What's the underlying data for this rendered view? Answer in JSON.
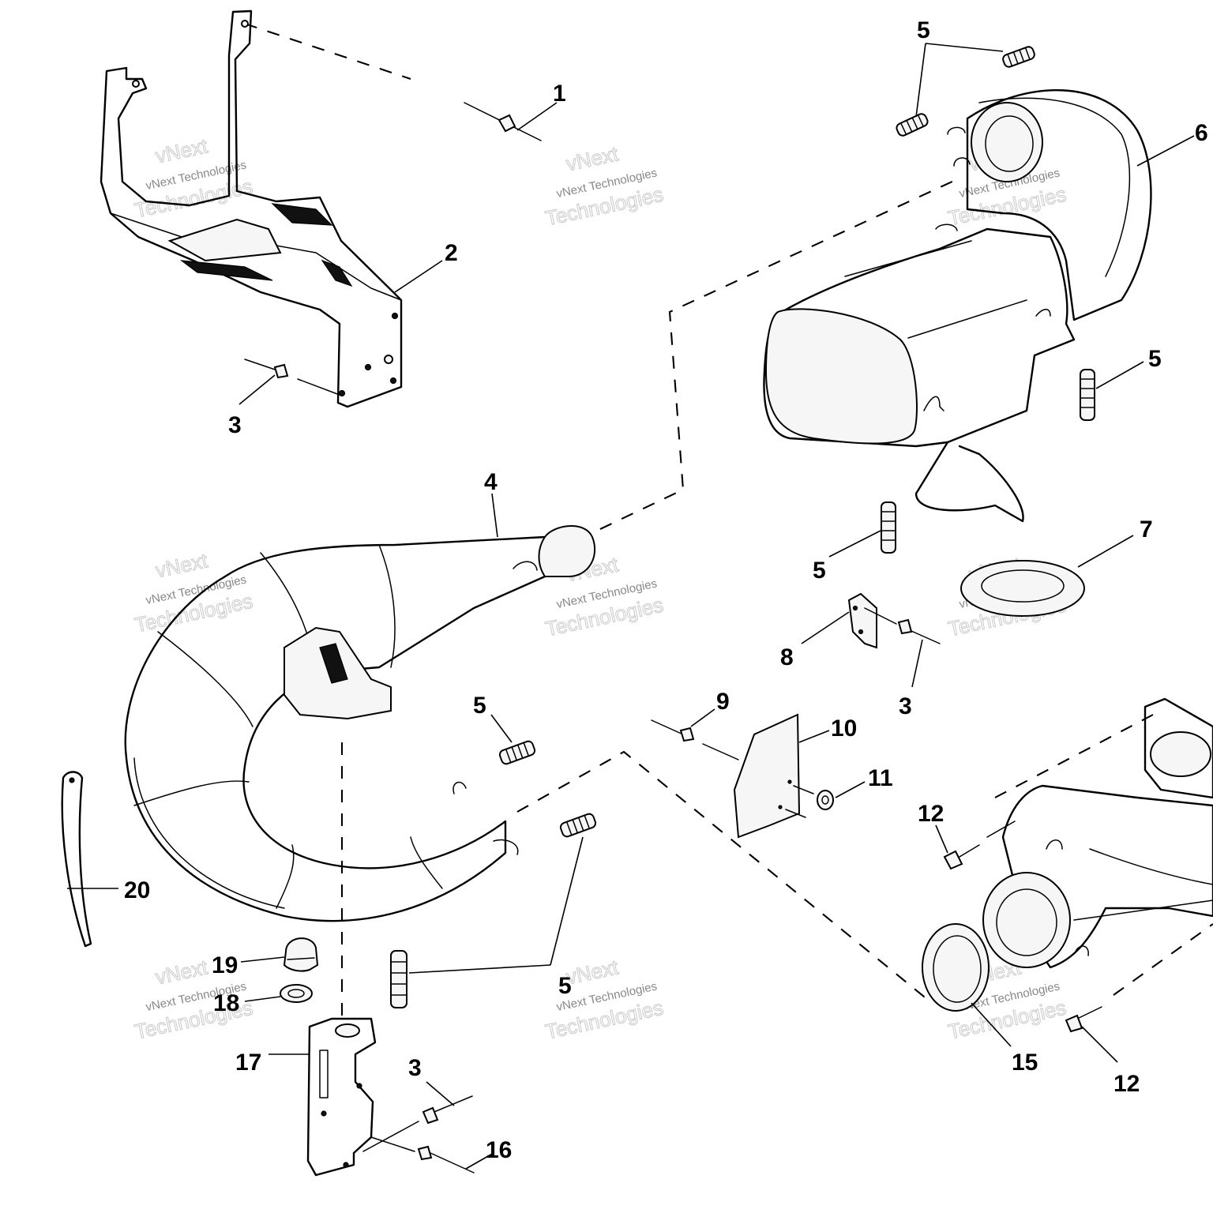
{
  "watermark": {
    "line1": "vNext",
    "line2": "vNext Technologies",
    "line3": "Technologies"
  },
  "callouts": {
    "c1": "1",
    "c2": "2",
    "c3a": "3",
    "c3b": "3",
    "c3c": "3",
    "c4": "4",
    "c5a": "5",
    "c5b": "5",
    "c5c": "5",
    "c5d": "5",
    "c5e": "5",
    "c6": "6",
    "c7": "7",
    "c8": "8",
    "c9": "9",
    "c10": "10",
    "c11": "11",
    "c12a": "12",
    "c12b": "12",
    "c15": "15",
    "c16": "16",
    "c17": "17",
    "c18": "18",
    "c19": "19",
    "c20": "20"
  }
}
